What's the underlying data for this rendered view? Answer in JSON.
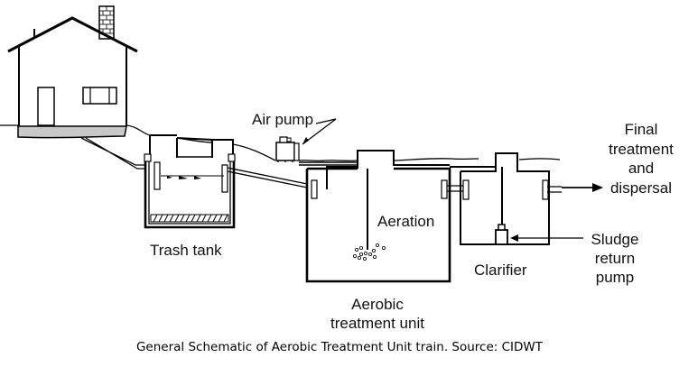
{
  "diagram": {
    "caption": "General Schematic of Aerobic Treatment Unit train. Source: CIDWT",
    "labels": {
      "air_pump": "Air pump",
      "trash_tank": "Trash tank",
      "aeration": "Aeration",
      "aerobic_line1": "Aerobic",
      "aerobic_line2": "treatment unit",
      "clarifier": "Clarifier",
      "final_line1": "Final",
      "final_line2": "treatment",
      "final_line3": "and",
      "final_line4": "dispersal",
      "sludge_line1": "Sludge",
      "sludge_line2": "return",
      "sludge_line3": "pump"
    },
    "components": [
      "house",
      "trash-tank",
      "air-pump",
      "aerobic-treatment-unit",
      "clarifier",
      "sludge-return-pump",
      "outflow-arrow"
    ],
    "colors": {
      "line": "#000000",
      "foundation": "#c8c8c8",
      "background": "#ffffff"
    }
  }
}
